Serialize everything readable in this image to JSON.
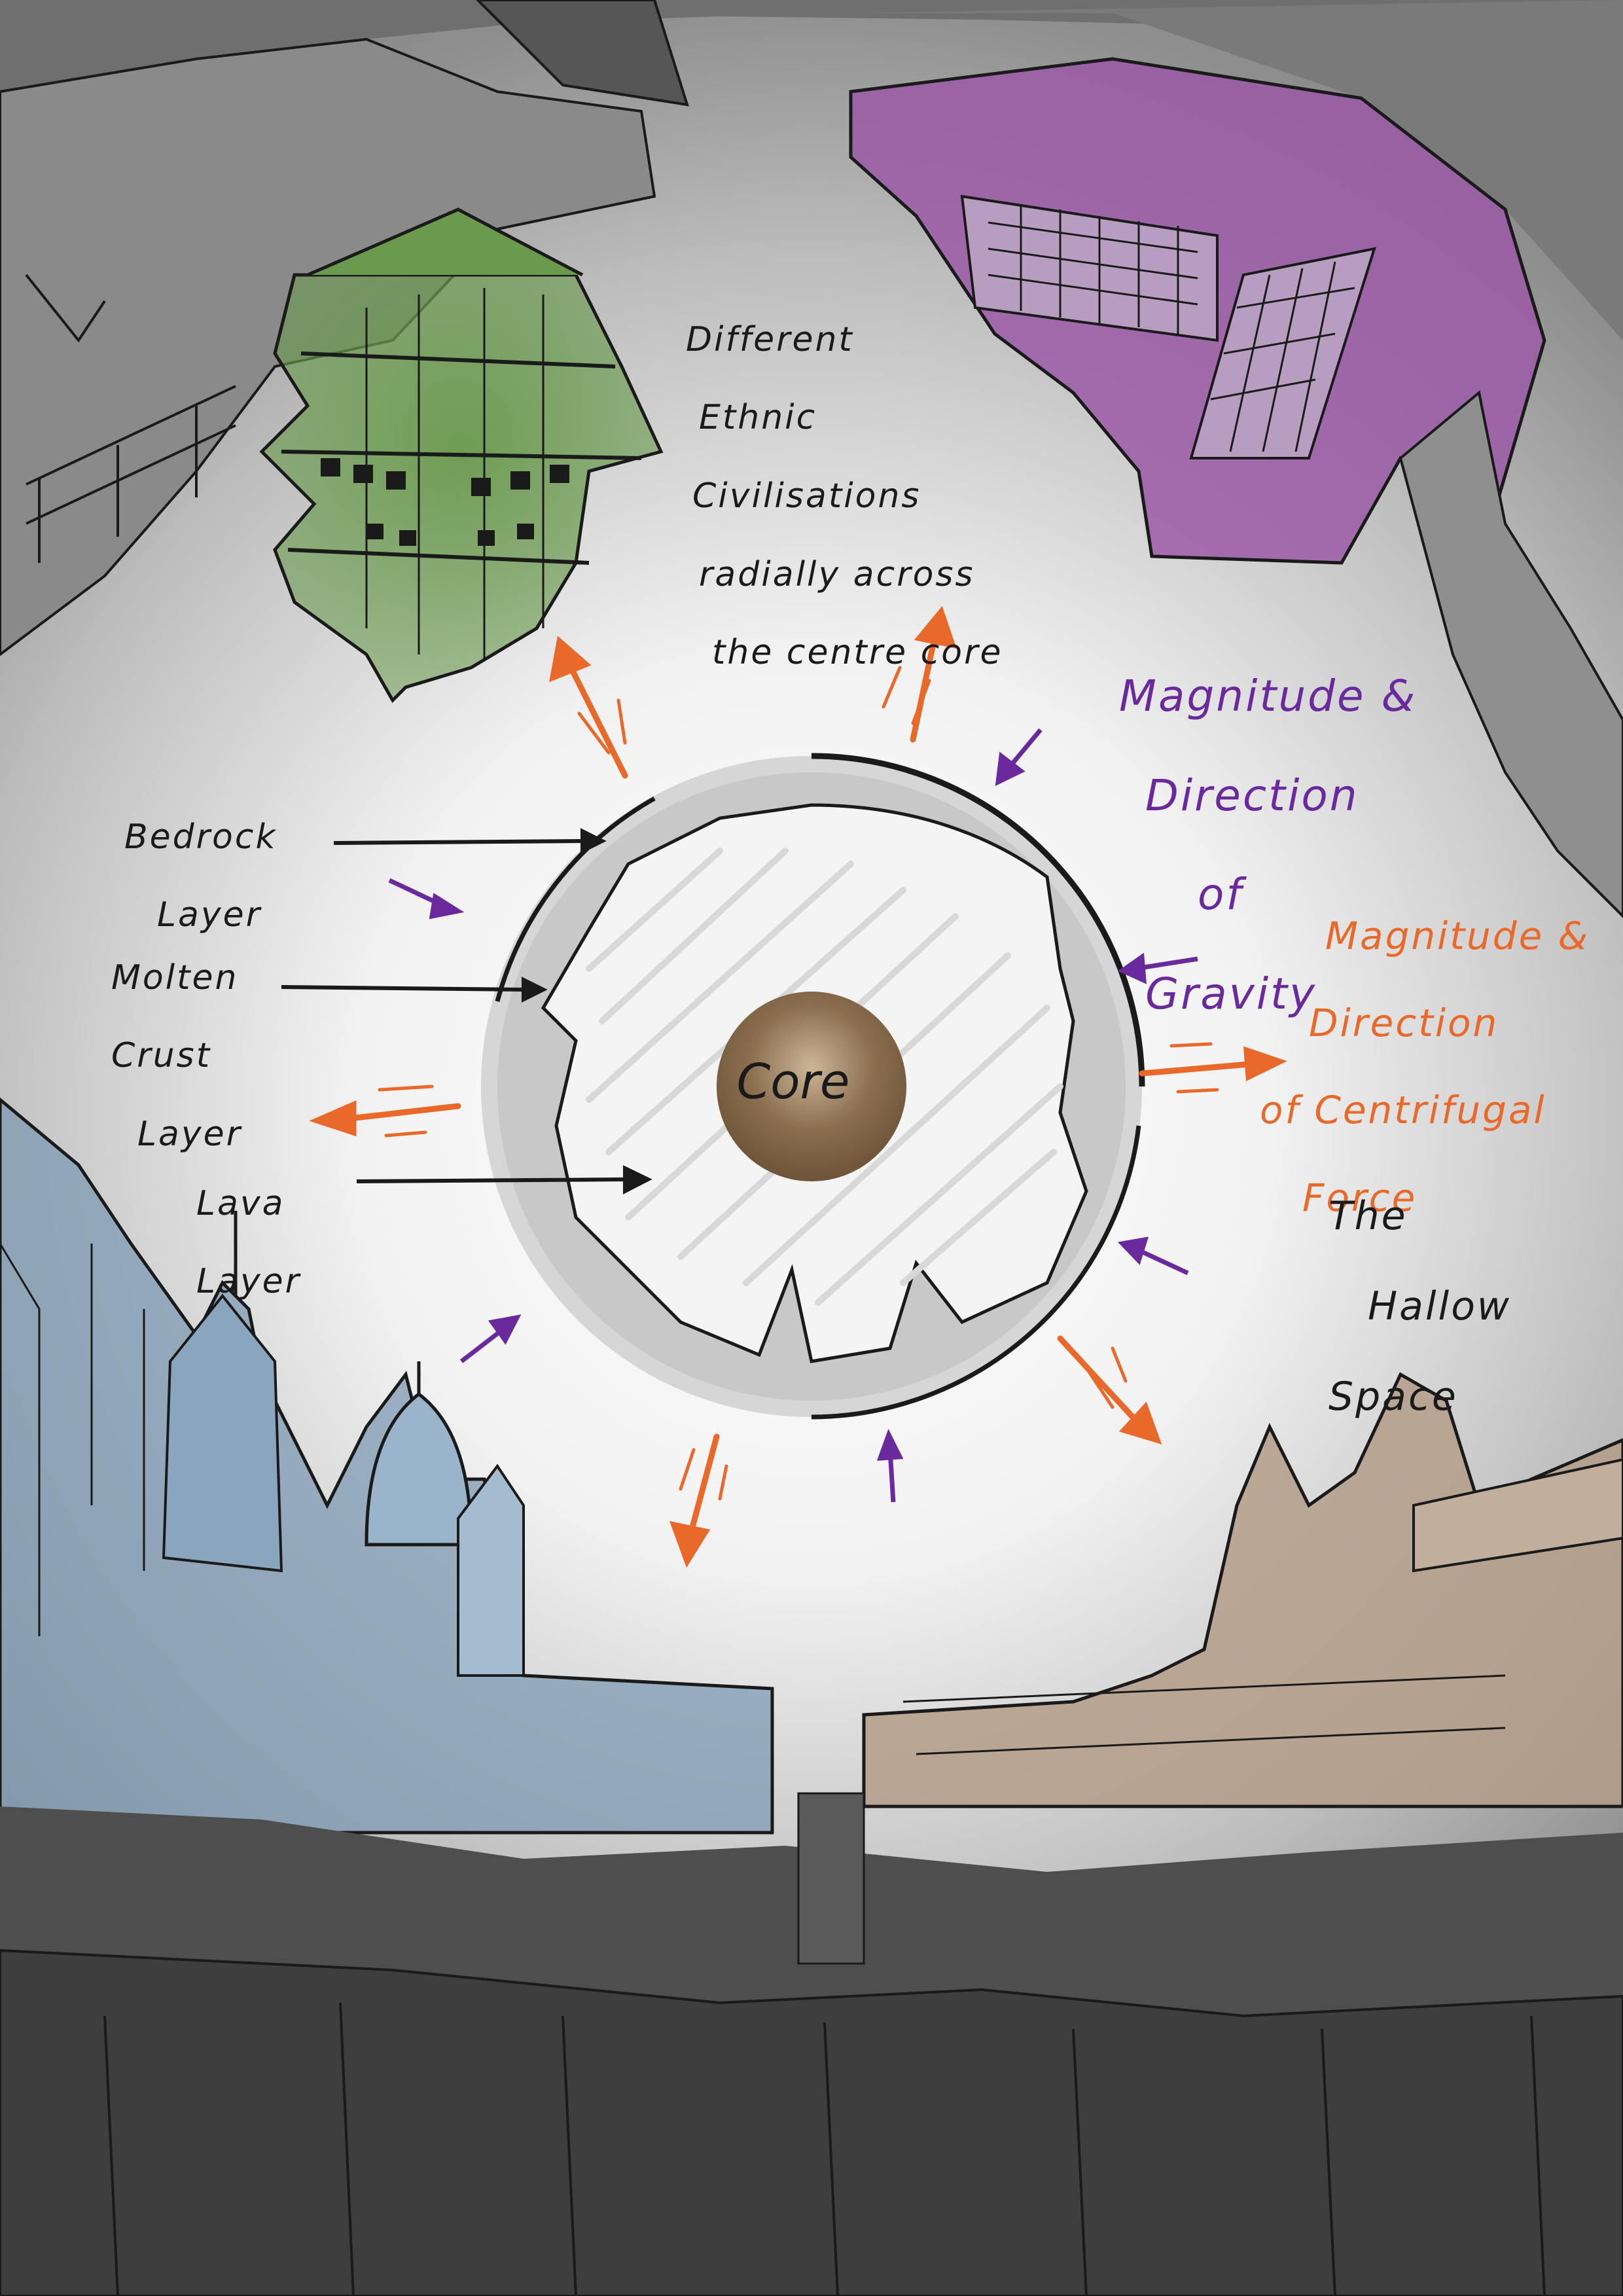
{
  "labels": {
    "civilisations": [
      "Different",
      "Ethnic",
      "Civilisations",
      "radially across",
      "the centre core"
    ],
    "gravity": [
      "Magnitude &",
      "Direction",
      "of",
      "Gravity"
    ],
    "centrifugal": [
      "Magnitude &",
      "Direction",
      "of Centrifugal",
      "Force"
    ],
    "bedrock": [
      "Bedrock",
      "Layer"
    ],
    "molten_crust": [
      "Molten",
      "Crust",
      "Layer"
    ],
    "lava": [
      "Lava",
      "Layer"
    ],
    "hallow_space": [
      "The",
      "Hallow",
      "Space"
    ],
    "core": "Core"
  },
  "colors": {
    "gravity_arrows": "#6a2a9e",
    "centrifugal_arrows": "#e8692a",
    "core_fill": "#8a6e4e",
    "green_civilisation": "#6a9a4e",
    "purple_civilisation": "#9a5aa6",
    "blue_civilisation": "#7e9ab2",
    "tan_civilisation": "#b39c88",
    "outline": "#1a1a1a"
  }
}
